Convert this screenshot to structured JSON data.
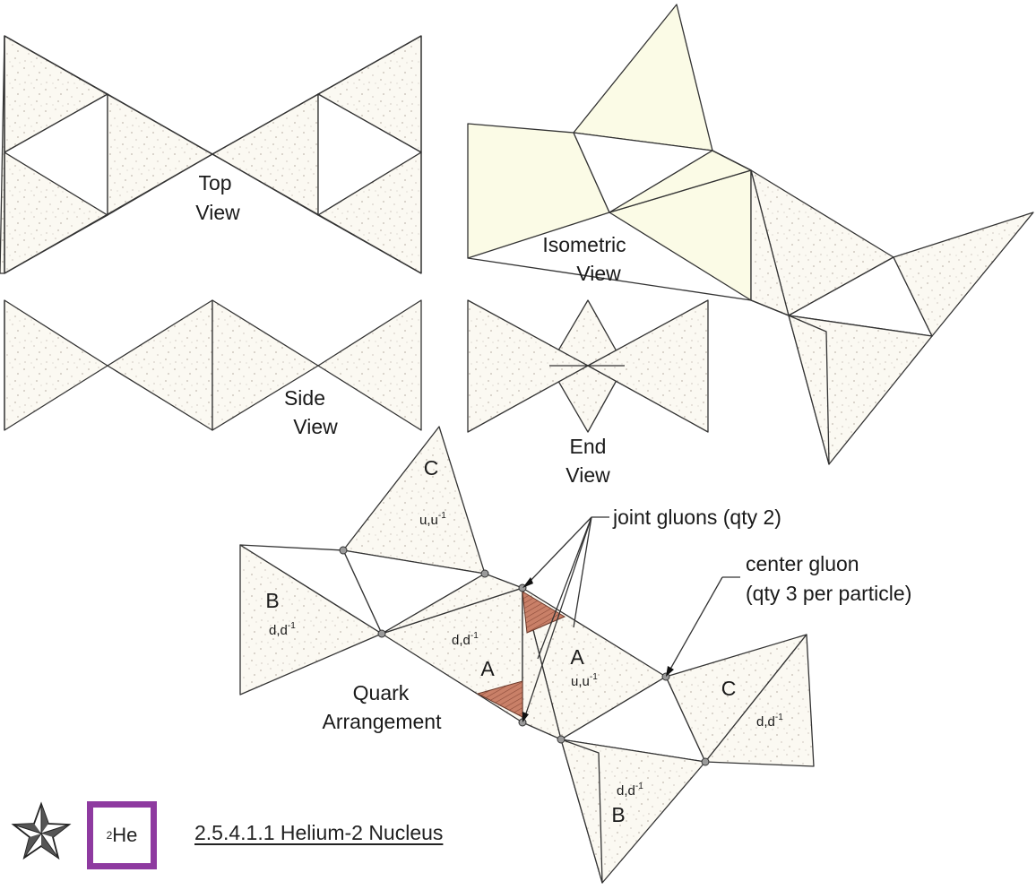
{
  "views": {
    "top": {
      "line1": "Top",
      "line2": "View"
    },
    "isometric": {
      "line1": "Isometric",
      "line2": "View"
    },
    "side": {
      "line1": "Side",
      "line2": "View"
    },
    "end": {
      "line1": "End",
      "line2": "View"
    }
  },
  "quark_arrangement": {
    "title_line1": "Quark",
    "title_line2": "Arrangement",
    "triangles": [
      {
        "letter": "C",
        "quark": "u,u",
        "sup": "-1"
      },
      {
        "letter": "B",
        "quark": "d,d",
        "sup": "-1"
      },
      {
        "letter": "A",
        "quark": "d,d",
        "sup": "-1"
      },
      {
        "letter": "A",
        "quark": "u,u",
        "sup": "-1"
      },
      {
        "letter": "C",
        "quark": "d,d",
        "sup": "-1"
      },
      {
        "letter": "B",
        "quark": "d,d",
        "sup": "-1"
      }
    ]
  },
  "callouts": {
    "joint_gluons": "joint gluons (qty 2)",
    "center_gluon_line1": "center gluon",
    "center_gluon_line2": "(qty 3 per particle)"
  },
  "footer": {
    "element_mass": "2",
    "element_symbol": "He",
    "caption": "2.5.4.1.1 Helium-2 Nucleus",
    "star_icon": "star-icon",
    "box_color": "#8e3aa0"
  },
  "colors": {
    "stipple_base": "#fbf9f2",
    "isometric_fill": "#fbfbe6",
    "highlight": "#c98068"
  }
}
